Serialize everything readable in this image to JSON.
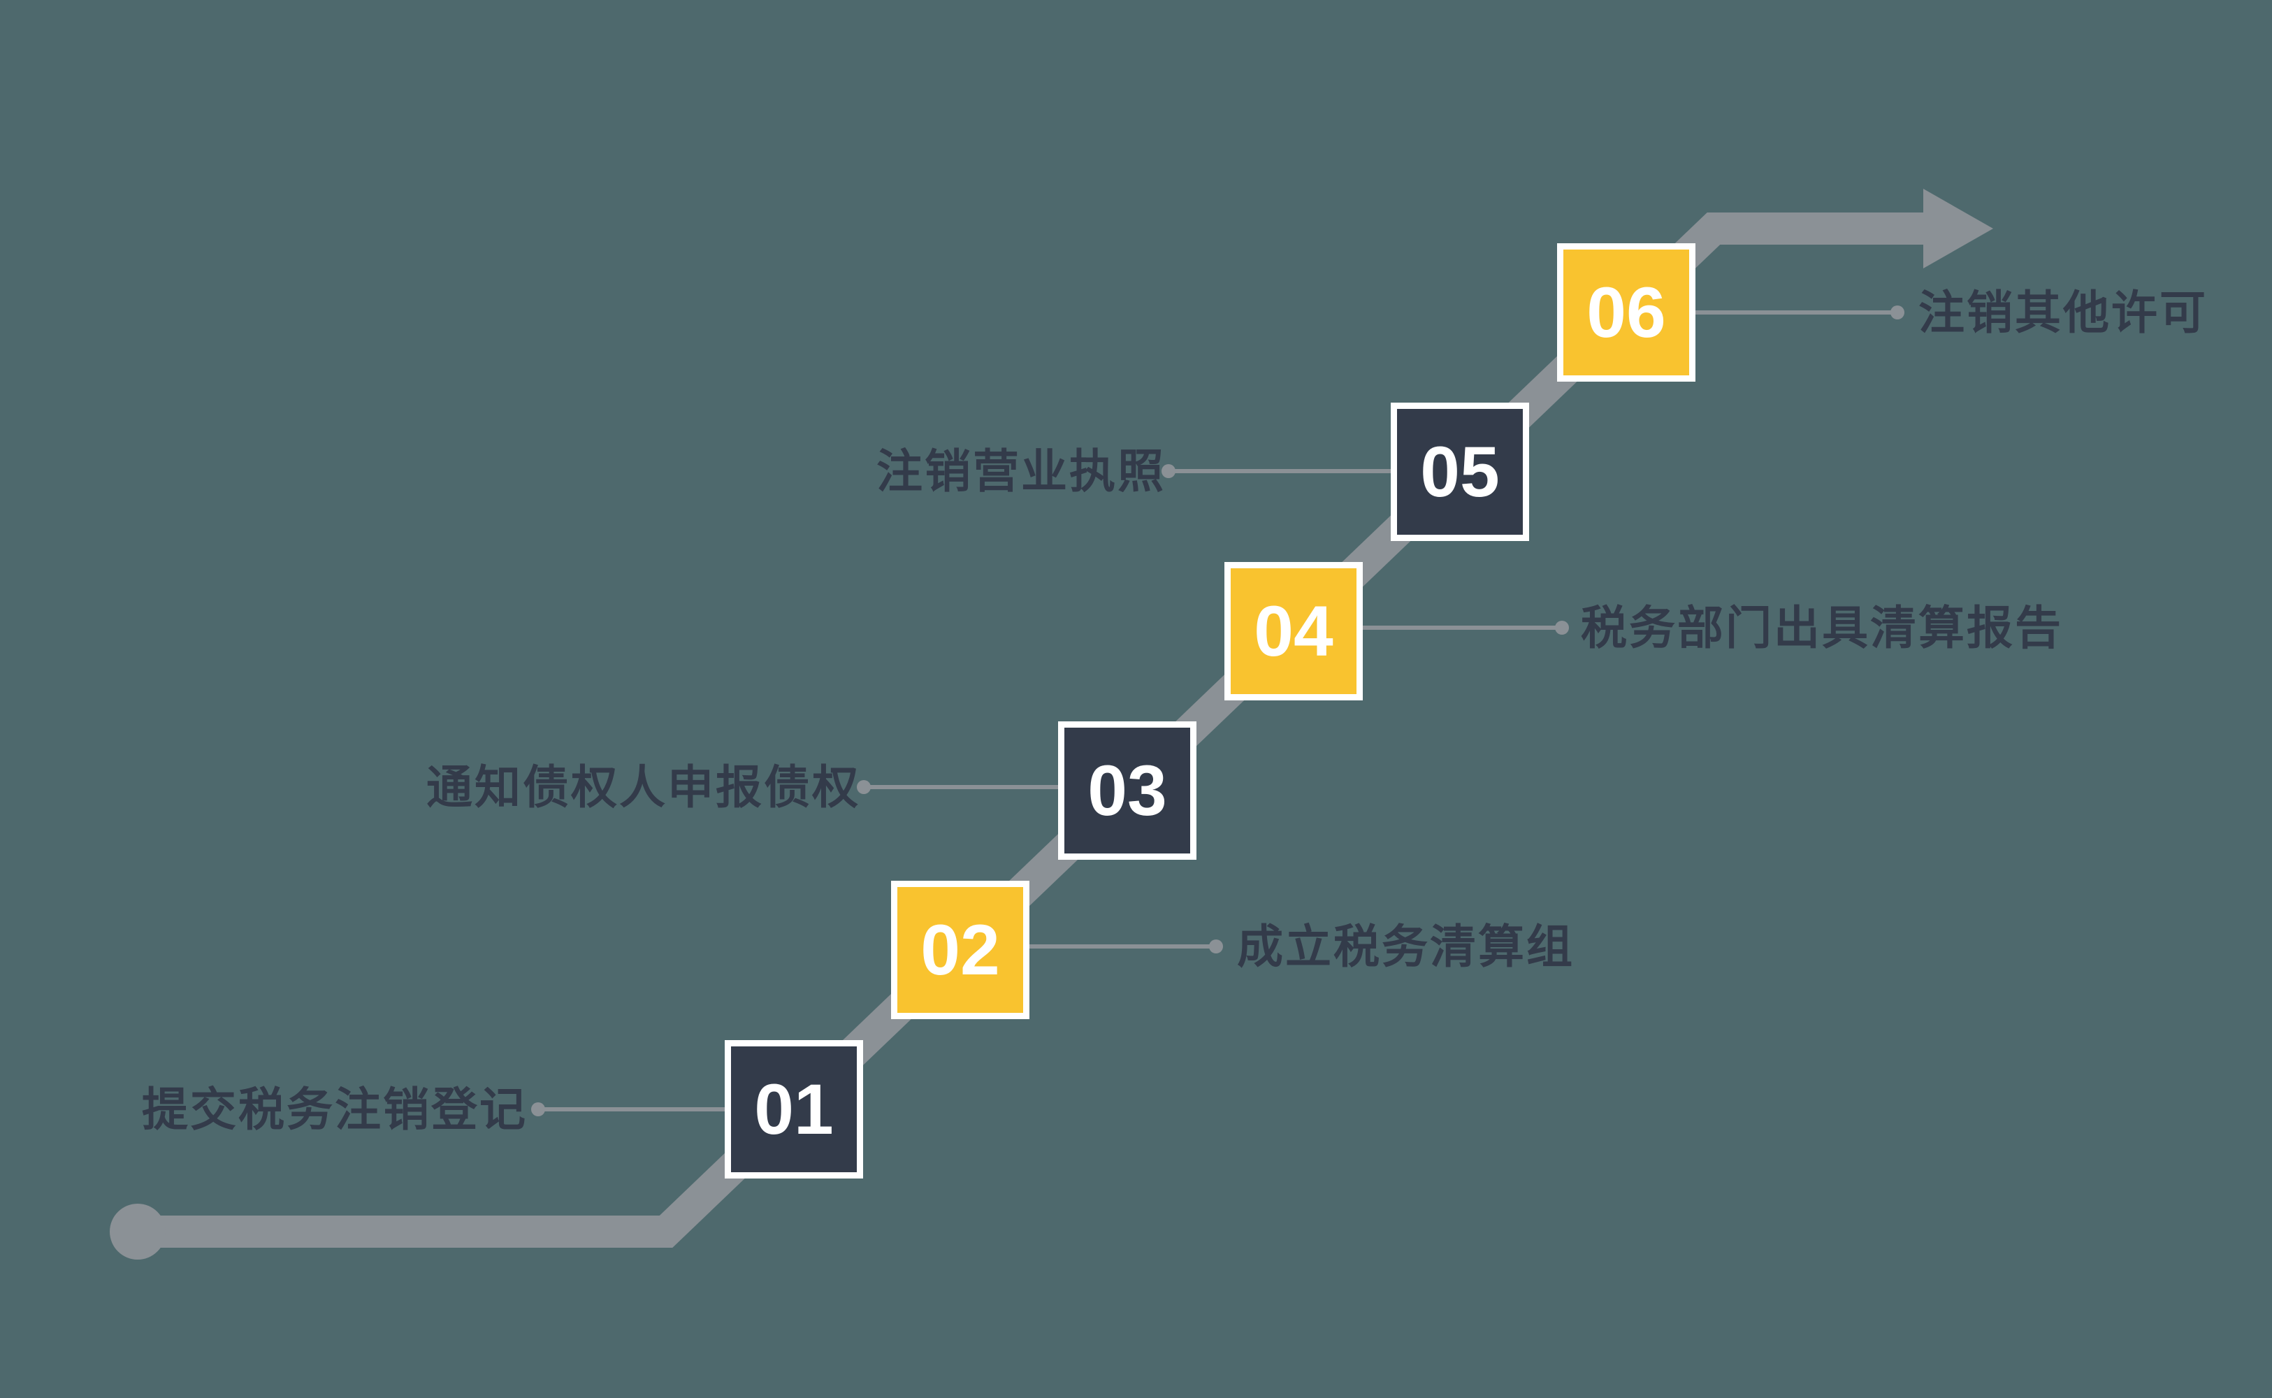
{
  "colors": {
    "background": "#4e696d",
    "path": "#8b9196",
    "dark_box": "#333b4a",
    "yellow_box": "#f9c32f",
    "box_border": "#ffffff",
    "label_text": "#333b4a",
    "number_text": "#ffffff"
  },
  "steps": [
    {
      "number": "01",
      "label": "提交税务注销登记",
      "side": "left",
      "box_color": "dark"
    },
    {
      "number": "02",
      "label": "成立税务清算组",
      "side": "right",
      "box_color": "yellow"
    },
    {
      "number": "03",
      "label": "通知债权人申报债权",
      "side": "left",
      "box_color": "dark"
    },
    {
      "number": "04",
      "label": "税务部门出具清算报告",
      "side": "right",
      "box_color": "yellow"
    },
    {
      "number": "05",
      "label": "注销营业执照",
      "side": "left",
      "box_color": "dark"
    },
    {
      "number": "06",
      "label": "注销其他许可",
      "side": "right",
      "box_color": "yellow"
    }
  ]
}
